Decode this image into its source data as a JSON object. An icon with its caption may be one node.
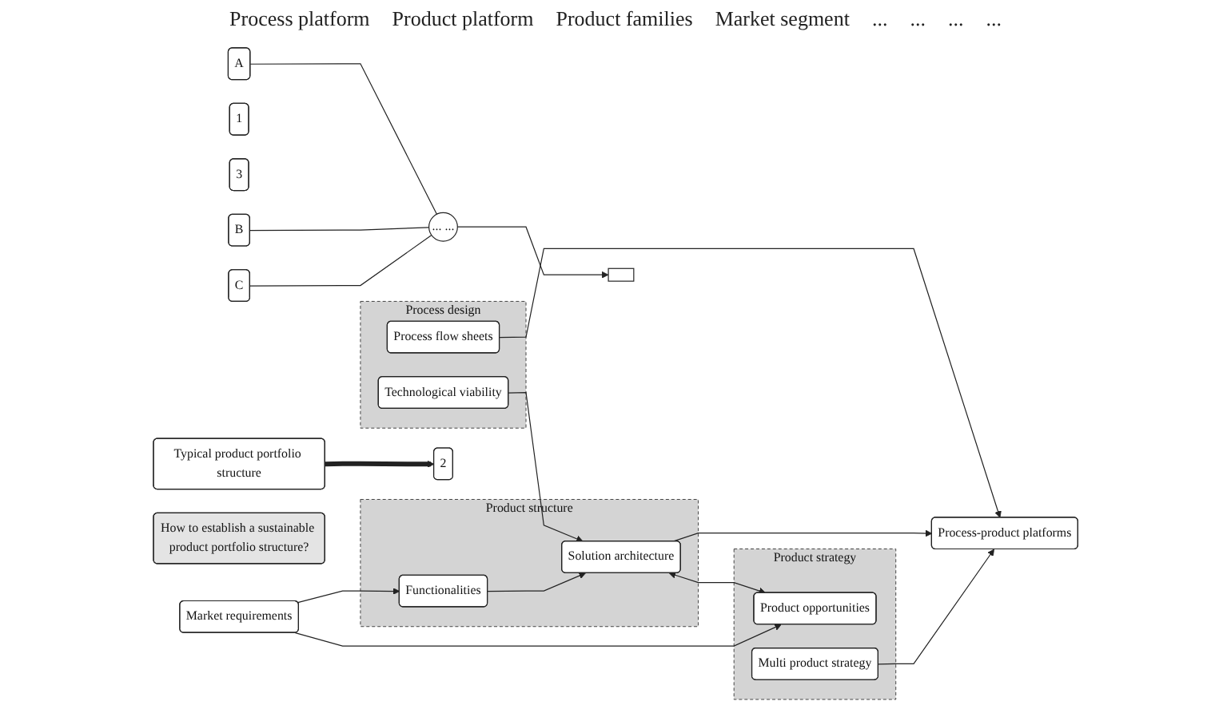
{
  "diagram": {
    "nodes": [
      {
        "text": [
          "Typical product portfolio structure"
        ]
      },
      {
        "text": [
          "1"
        ]
      },
      {
        "text": [
          "2"
        ]
      },
      {
        "text": [
          "3"
        ]
      },
      {
        "text": [
          "A"
        ]
      },
      {
        "text": [
          "B"
        ]
      },
      {
        "text": [
          "C"
        ]
      },
      {
        "text": [
          "... ..."
        ]
      },
      {
        "text": [],
        "shape": "box"
      },
      {
        "text": [
          "How to establish a sustainable product portfolio structure?"
        ]
      },
      {
        "text": [
          "Process design"
        ]
      },
      {
        "text": [
          "Technological viability"
        ],
        "in": 10
      },
      {
        "text": [
          "Process flow sheets"
        ],
        "in": 10
      },
      {
        "text": [
          "Market requirements"
        ]
      },
      {
        "text": [
          "Product structure"
        ]
      },
      {
        "text": [
          "Functionalities"
        ],
        "in": 14
      },
      {
        "text": [
          "Solution architecture"
        ],
        "in": 14
      },
      {
        "text": [
          "Process-product platforms"
        ]
      },
      {
        "text": [
          "Product strategy"
        ]
      },
      {
        "text": [
          "Product opportunities"
        ],
        "in": 18
      },
      {
        "text": [
          "Multi product strategy"
        ],
        "in": 18
      }
    ],
    "edges": [
      {
        "from": 0,
        "to": 2,
        "arrow": "to",
        "style": "thick"
      },
      {
        "from": 4,
        "to": 7,
        "arrow": "none"
      },
      {
        "from": 5,
        "to": 7,
        "arrow": "none"
      },
      {
        "from": 6,
        "to": 7,
        "arrow": "none"
      },
      {
        "from": 7,
        "to": 8,
        "arrow": "to"
      },
      {
        "from": 11,
        "to": 16,
        "arrow": "to"
      },
      {
        "from": 12,
        "to": 17,
        "arrow": "to"
      },
      {
        "from": 13,
        "to": 15,
        "arrow": "to"
      },
      {
        "from": 15,
        "to": 16,
        "arrow": "to"
      },
      {
        "from": 16,
        "to": 17,
        "arrow": "to"
      },
      {
        "from": 16,
        "to": 19,
        "arrow": "both"
      },
      {
        "from": 13,
        "to": 19,
        "arrow": "to"
      },
      {
        "from": 20,
        "to": 17,
        "arrow": "to"
      }
    ],
    "labels": [
      "Process platform",
      "Product platform",
      "Product families",
      "Market segment",
      "...",
      "...",
      "...",
      "..."
    ]
  }
}
